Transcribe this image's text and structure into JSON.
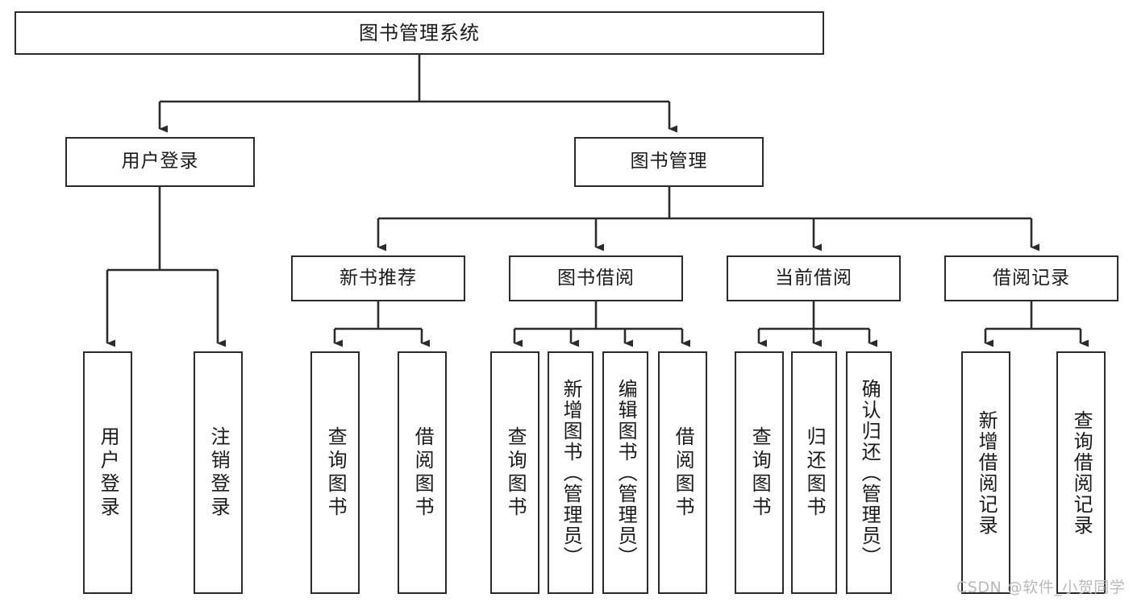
{
  "diagram": {
    "type": "tree-hierarchy-chart",
    "title": "图书管理系统",
    "edge_color": "#2b2b2b",
    "box_border_color": "#2b2b2b",
    "box_fill_color": "#ffffff",
    "nodes": {
      "root": {
        "label": "图书管理系统"
      },
      "level2": [
        {
          "label": "用户登录"
        },
        {
          "label": "图书管理"
        }
      ],
      "level3": [
        {
          "label": "新书推荐"
        },
        {
          "label": "图书借阅"
        },
        {
          "label": "当前借阅"
        },
        {
          "label": "借阅记录"
        }
      ],
      "leaves": {
        "user_login": [
          {
            "label": "用户登录"
          },
          {
            "label": "注销登录"
          }
        ],
        "new_book_recommend": [
          {
            "label": "查询图书"
          },
          {
            "label": "借阅图书"
          }
        ],
        "book_borrow": [
          {
            "label": "查询图书"
          },
          {
            "label": "新增图书（管理员）"
          },
          {
            "label": "编辑图书（管理员）"
          },
          {
            "label": "借阅图书"
          }
        ],
        "current_borrow": [
          {
            "label": "查询图书"
          },
          {
            "label": "归还图书"
          },
          {
            "label": "确认归还（管理员）"
          }
        ],
        "borrow_record": [
          {
            "label": "新增借阅记录"
          },
          {
            "label": "查询借阅记录"
          }
        ]
      }
    },
    "watermark": "CSDN @软件_小贺同学"
  }
}
